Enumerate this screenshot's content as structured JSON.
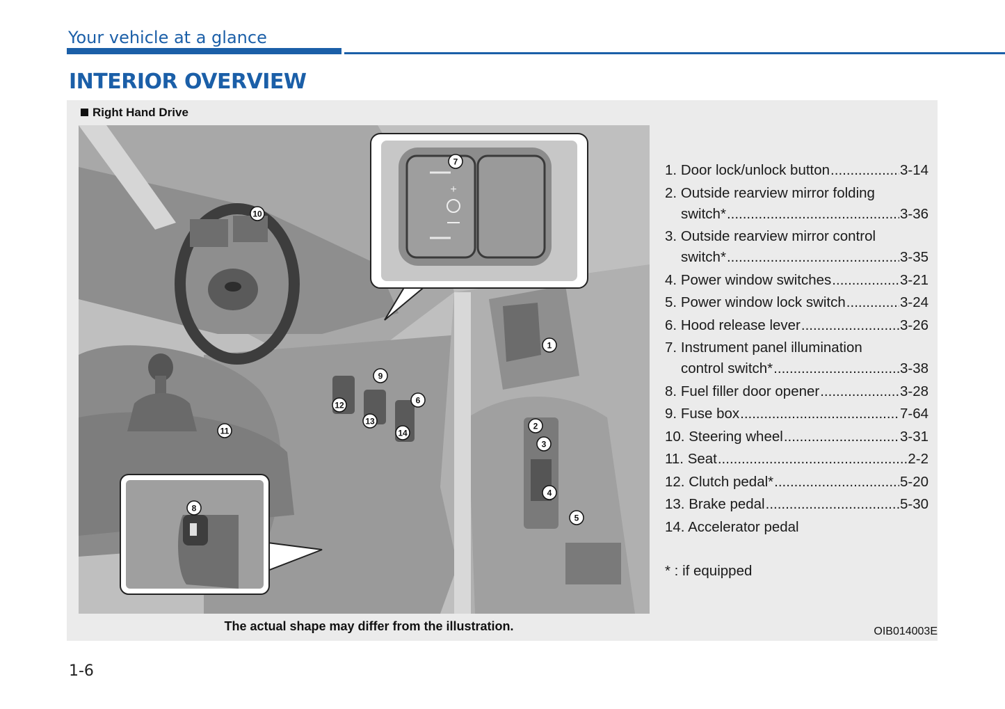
{
  "header": {
    "section": "Your vehicle at a glance",
    "title": "INTERIOR OVERVIEW"
  },
  "figure": {
    "label": "Right Hand Drive",
    "caption": "The actual shape may differ from the illustration.",
    "code": "OIB014003E",
    "callouts": [
      "1",
      "2",
      "3",
      "4",
      "5",
      "6",
      "7",
      "8",
      "9",
      "10",
      "11",
      "12",
      "13",
      "14"
    ]
  },
  "legend": {
    "items": [
      {
        "num": "1.",
        "text": "Door lock/unlock button",
        "page": "3-14"
      },
      {
        "num": "2.",
        "text": "Outside rearview mirror folding",
        "text2": "switch*",
        "page": "3-36"
      },
      {
        "num": "3.",
        "text": "Outside rearview mirror control",
        "text2": "switch*",
        "page": "3-35"
      },
      {
        "num": "4.",
        "text": "Power window switches",
        "page": "3-21"
      },
      {
        "num": "5.",
        "text": "Power window lock switch",
        "page": "3-24"
      },
      {
        "num": "6.",
        "text": "Hood release lever",
        "page": "3-26"
      },
      {
        "num": "7.",
        "text": "Instrument panel illumination",
        "text2": "control switch*",
        "page": "3-38"
      },
      {
        "num": "8.",
        "text": "Fuel filler door opener",
        "page": "3-28"
      },
      {
        "num": "9.",
        "text": "Fuse box",
        "page": "7-64"
      },
      {
        "num": "10.",
        "text": "Steering wheel",
        "page": "3-31"
      },
      {
        "num": "11.",
        "text": "Seat",
        "page": "2-2"
      },
      {
        "num": "12.",
        "text": "Clutch pedal*",
        "page": "5-20"
      },
      {
        "num": "13.",
        "text": "Brake pedal",
        "page": "5-30"
      },
      {
        "num": "14.",
        "text": "Accelerator pedal",
        "page": ""
      }
    ],
    "note": "* : if equipped"
  },
  "footer": {
    "page_number": "1-6"
  },
  "colors": {
    "accent": "#1b5fa8",
    "panel": "#ebebeb"
  }
}
